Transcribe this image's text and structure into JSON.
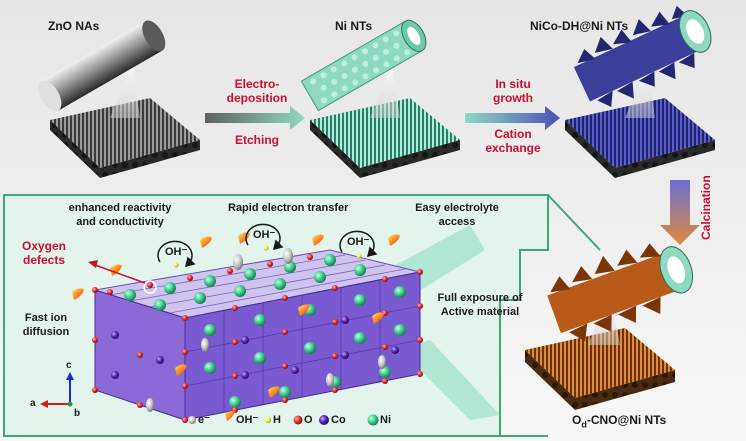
{
  "top_row": {
    "zno_label": "ZnO NAs",
    "ni_label": "Ni NTs",
    "nico_label": "NiCo-DH@Ni NTs",
    "arrow1_top": "Electro-",
    "arrow1_top2": "deposition",
    "arrow1_bottom": "Etching",
    "arrow2_top": "In situ",
    "arrow2_top2": "growth",
    "arrow2_bottom": "Cation",
    "arrow2_bottom2": "exchange"
  },
  "calcination_label": "Calcination",
  "product": {
    "label_prefix": "O",
    "label_sub": "d",
    "label_suffix": "-CNO@Ni NTs"
  },
  "panel": {
    "enhanced_1": "enhanced reactivity",
    "enhanced_2": "and conductivity",
    "rapid": "Rapid electron transfer",
    "easy_1": "Easy electrolyte",
    "easy_2": "access",
    "oxygen_1": "Oxygen",
    "oxygen_2": "defects",
    "fast_1": "Fast ion",
    "fast_2": "diffusion",
    "full_1": "Full exposure of",
    "full_2": "Active material",
    "oh_label": "OH⁻"
  },
  "axes": {
    "c": "c",
    "a": "a",
    "b": "b"
  },
  "legend": {
    "e": "e⁻",
    "oh": "OH⁻",
    "h": "H",
    "o": "O",
    "co": "Co",
    "ni": "Ni"
  },
  "colors": {
    "ni_teal": "#7fd8b8",
    "nico_blue": "#3b3f9a",
    "cno_orange": "#c8661e",
    "label_red": "#c8102e",
    "oxygen_red": "#d8202a",
    "cobalt_purple": "#5a2bb0",
    "nickel_green": "#2fb07a",
    "panel_border": "#3aa878"
  }
}
